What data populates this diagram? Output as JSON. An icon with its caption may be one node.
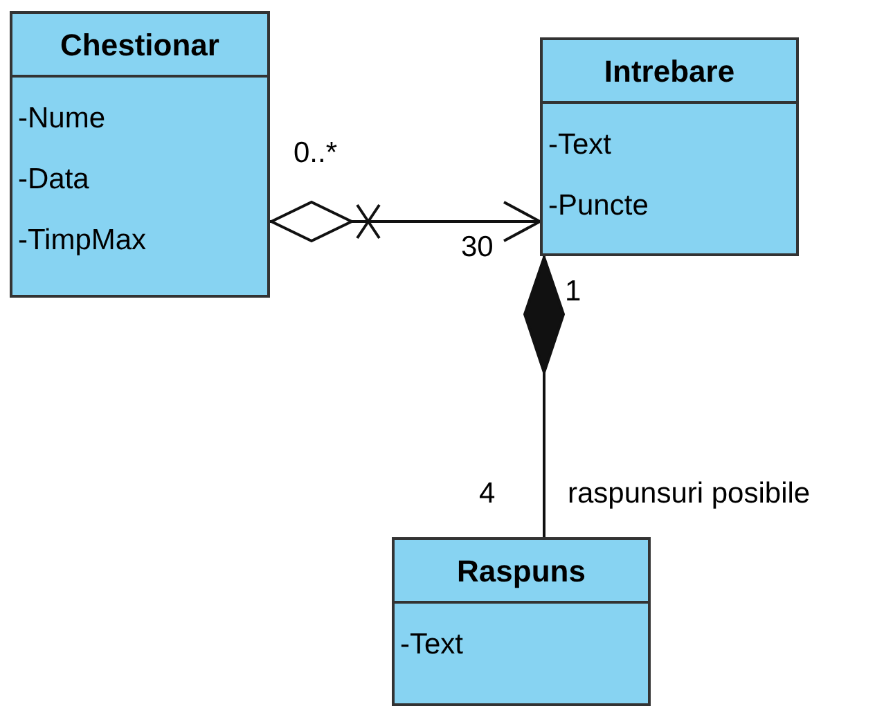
{
  "diagram": {
    "nodes": [
      {
        "text": [
          "Chestionar",
          "-Nume",
          "-Data",
          "-TimpMax"
        ]
      },
      {
        "text": [
          "Intrebare",
          "-Text",
          "-Puncte"
        ]
      },
      {
        "text": [
          "Raspuns",
          "-Text"
        ]
      }
    ],
    "edges": [
      {
        "from": 0,
        "to": 1,
        "arrow": "to"
      },
      {
        "from": 1,
        "to": 2,
        "arrow": "other",
        "label": "raspunsuri posibile"
      }
    ],
    "labels": [
      "0..*",
      "30",
      "1",
      "4"
    ]
  }
}
